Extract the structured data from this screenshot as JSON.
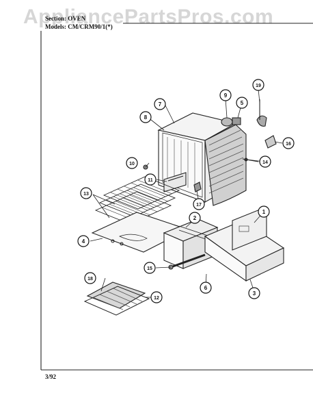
{
  "watermark": "AppliancePartsPros.com",
  "header": {
    "section_label": "Section:",
    "section_value": "OVEN",
    "models_label": "Models:",
    "models_value": "CM/CRM90/1(*)"
  },
  "footer": {
    "date": "3/92"
  },
  "callouts": [
    {
      "id": "c1",
      "label": "1"
    },
    {
      "id": "c2",
      "label": "2"
    },
    {
      "id": "c3",
      "label": "3"
    },
    {
      "id": "c4",
      "label": "4"
    },
    {
      "id": "c6",
      "label": "6"
    },
    {
      "id": "c7",
      "label": "7"
    },
    {
      "id": "c8",
      "label": "8"
    },
    {
      "id": "c9",
      "label": "9"
    },
    {
      "id": "c10",
      "label": "10"
    },
    {
      "id": "c11",
      "label": "11"
    },
    {
      "id": "c12",
      "label": "12"
    },
    {
      "id": "c13",
      "label": "13"
    },
    {
      "id": "c14",
      "label": "14"
    },
    {
      "id": "c15",
      "label": "15"
    },
    {
      "id": "c16",
      "label": "16"
    },
    {
      "id": "c17",
      "label": "17"
    },
    {
      "id": "c18",
      "label": "18"
    },
    {
      "id": "c19",
      "label": "19"
    },
    {
      "id": "c5",
      "label": "5"
    }
  ]
}
